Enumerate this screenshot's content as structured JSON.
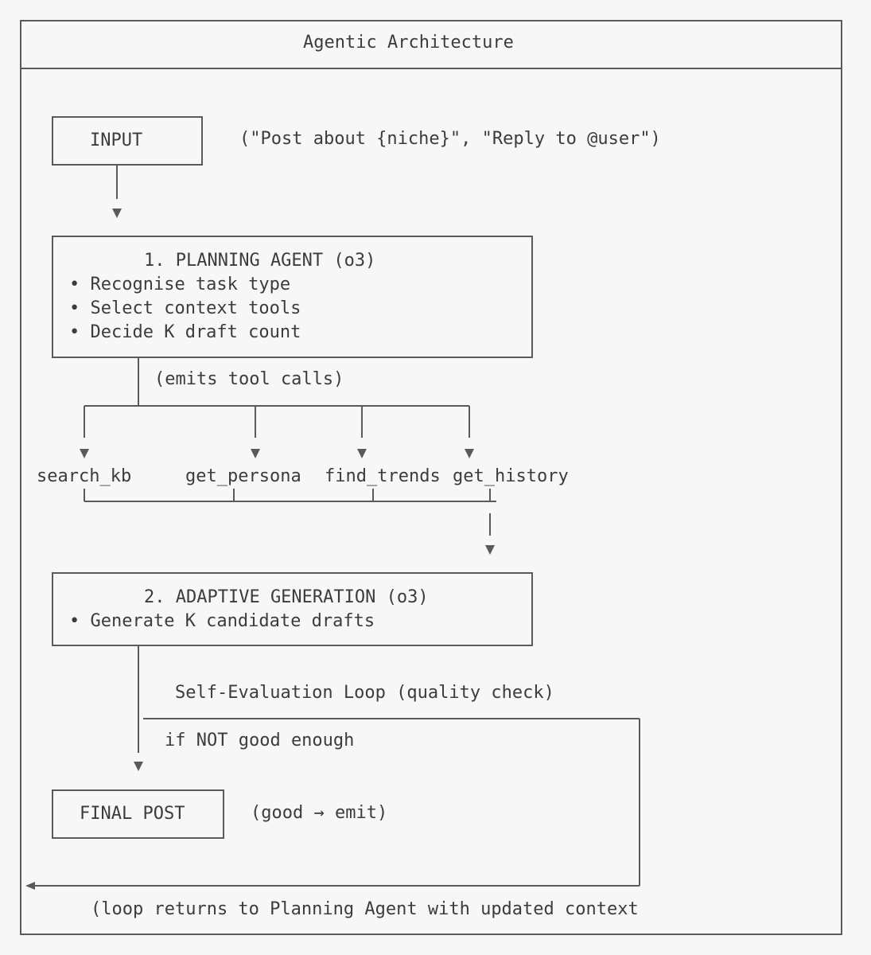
{
  "title": "Agentic Architecture",
  "input": {
    "label": "INPUT",
    "examples": "(\"Post about {niche}\", \"Reply to @user\")"
  },
  "planning": {
    "title": "1. PLANNING AGENT (o3)",
    "bullets": [
      "• Recognise task type",
      "• Select context tools",
      "• Decide K draft count"
    ],
    "emits_note": "(emits tool calls)"
  },
  "tools": [
    "search_kb",
    "get_persona",
    "find_trends",
    "get_history"
  ],
  "generation": {
    "title": "2. ADAPTIVE GENERATION (o3)",
    "bullets": [
      "• Generate K candidate drafts"
    ]
  },
  "loop": {
    "label": "Self-Evaluation Loop (quality check)",
    "condition": "if NOT good enough",
    "return_note": "(loop returns to Planning Agent with updated context"
  },
  "final": {
    "label": "FINAL POST",
    "note": "(good → emit)"
  },
  "colors": {
    "background": "#f7f7f7",
    "line": "#5a5a5a",
    "text": "#3c3c3c"
  }
}
